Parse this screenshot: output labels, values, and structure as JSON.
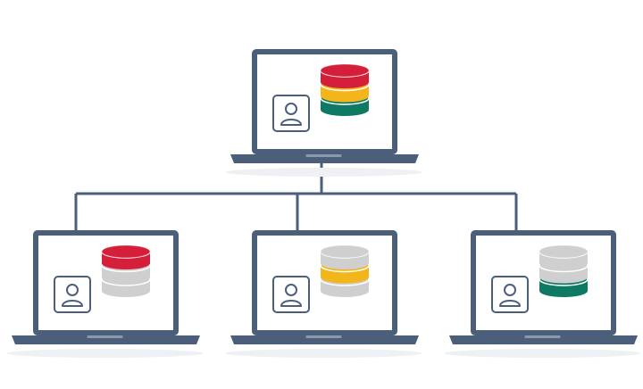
{
  "colors": {
    "frame": "#4b5e7a",
    "base": "#4b5e7a",
    "screen": "#ffffff",
    "connector": "#4b5e7a",
    "db_red": "#d51f3a",
    "db_yellow": "#f3b61a",
    "db_teal": "#0e7a63",
    "db_gray": "#cfcfcf",
    "icon_stroke": "#4b5e7a",
    "shadow": "#eef0f3"
  },
  "nodes": [
    {
      "id": "server",
      "role": "central",
      "db_layers": [
        "red",
        "yellow",
        "teal"
      ],
      "icon": "user-icon",
      "db_icon": "database-icon"
    },
    {
      "id": "client-1",
      "role": "client",
      "db_layers": [
        "red",
        "gray",
        "gray"
      ],
      "icon": "user-icon",
      "db_icon": "database-icon"
    },
    {
      "id": "client-2",
      "role": "client",
      "db_layers": [
        "gray",
        "yellow",
        "gray"
      ],
      "icon": "user-icon",
      "db_icon": "database-icon"
    },
    {
      "id": "client-3",
      "role": "client",
      "db_layers": [
        "gray",
        "gray",
        "teal"
      ],
      "icon": "user-icon",
      "db_icon": "database-icon"
    }
  ],
  "edges": [
    {
      "from": "server",
      "to": "client-1"
    },
    {
      "from": "server",
      "to": "client-2"
    },
    {
      "from": "server",
      "to": "client-3"
    }
  ]
}
